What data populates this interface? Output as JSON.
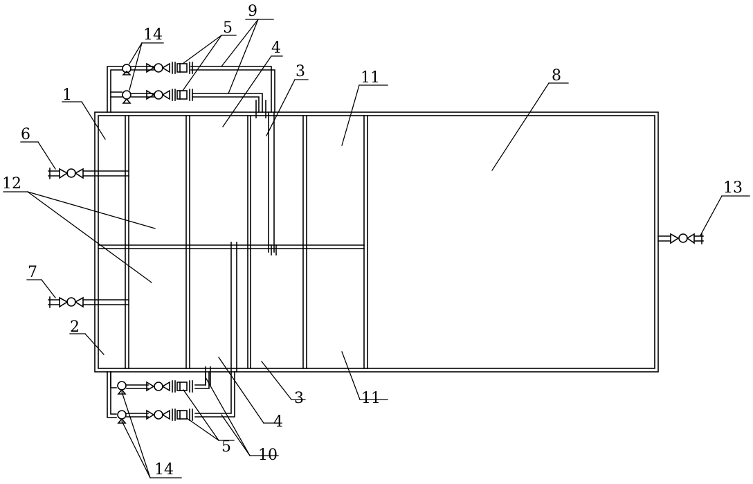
{
  "labels": {
    "l1": "1",
    "l2": "2",
    "l3a": "3",
    "l3b": "3",
    "l4a": "4",
    "l4b": "4",
    "l5a": "5",
    "l5b": "5",
    "l6": "6",
    "l7": "7",
    "l8": "8",
    "l9": "9",
    "l10": "10",
    "l11a": "11",
    "l11b": "11",
    "l12": "12",
    "l13": "13",
    "l14a": "14",
    "l14b": "14"
  }
}
